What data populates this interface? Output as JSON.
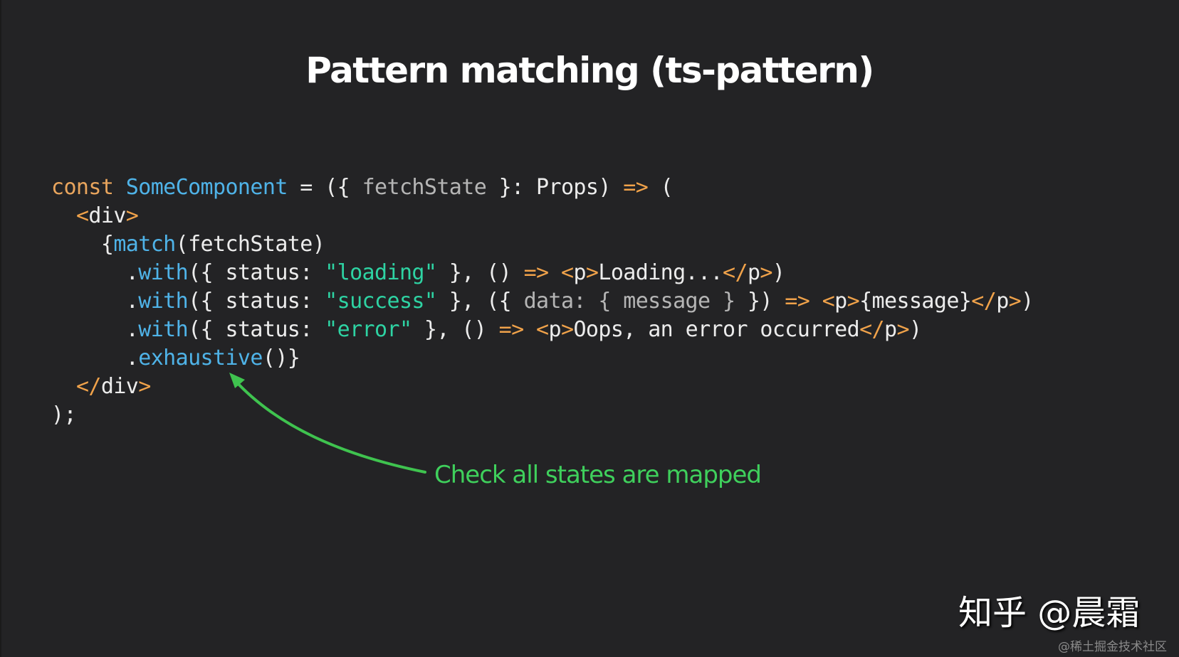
{
  "slide": {
    "title": "Pattern matching (ts-pattern)",
    "background_color": "#232325"
  },
  "code": {
    "language": "tsx",
    "lines": [
      [
        {
          "t": "const",
          "c": "kw"
        },
        {
          "t": " ",
          "c": "plain"
        },
        {
          "t": "SomeComponent",
          "c": "fn"
        },
        {
          "t": " = ({ ",
          "c": "plain"
        },
        {
          "t": "fetchState",
          "c": "dim"
        },
        {
          "t": " }: Props) ",
          "c": "plain"
        },
        {
          "t": "=>",
          "c": "arrowop"
        },
        {
          "t": " (",
          "c": "plain"
        }
      ],
      [
        {
          "t": "  ",
          "c": "plain"
        },
        {
          "t": "<",
          "c": "tag"
        },
        {
          "t": "div",
          "c": "plain"
        },
        {
          "t": ">",
          "c": "tag"
        }
      ],
      [
        {
          "t": "    {",
          "c": "plain"
        },
        {
          "t": "match",
          "c": "fn"
        },
        {
          "t": "(fetchState)",
          "c": "plain"
        }
      ],
      [
        {
          "t": "      .",
          "c": "plain"
        },
        {
          "t": "with",
          "c": "fn"
        },
        {
          "t": "({ status: ",
          "c": "plain"
        },
        {
          "t": "\"loading\"",
          "c": "str"
        },
        {
          "t": " }, () ",
          "c": "plain"
        },
        {
          "t": "=>",
          "c": "arrowop"
        },
        {
          "t": " ",
          "c": "plain"
        },
        {
          "t": "<",
          "c": "tag"
        },
        {
          "t": "p",
          "c": "plain"
        },
        {
          "t": ">",
          "c": "tag"
        },
        {
          "t": "Loading...",
          "c": "plain"
        },
        {
          "t": "</",
          "c": "tag"
        },
        {
          "t": "p",
          "c": "plain"
        },
        {
          "t": ">",
          "c": "tag"
        },
        {
          "t": ")",
          "c": "plain"
        }
      ],
      [
        {
          "t": "      .",
          "c": "plain"
        },
        {
          "t": "with",
          "c": "fn"
        },
        {
          "t": "({ status: ",
          "c": "plain"
        },
        {
          "t": "\"success\"",
          "c": "str"
        },
        {
          "t": " }, ({ ",
          "c": "plain"
        },
        {
          "t": "data: { message }",
          "c": "dim"
        },
        {
          "t": " }) ",
          "c": "plain"
        },
        {
          "t": "=>",
          "c": "arrowop"
        },
        {
          "t": " ",
          "c": "plain"
        },
        {
          "t": "<",
          "c": "tag"
        },
        {
          "t": "p",
          "c": "plain"
        },
        {
          "t": ">",
          "c": "tag"
        },
        {
          "t": "{message}",
          "c": "plain"
        },
        {
          "t": "</",
          "c": "tag"
        },
        {
          "t": "p",
          "c": "plain"
        },
        {
          "t": ">",
          "c": "tag"
        },
        {
          "t": ")",
          "c": "plain"
        }
      ],
      [
        {
          "t": "      .",
          "c": "plain"
        },
        {
          "t": "with",
          "c": "fn"
        },
        {
          "t": "({ status: ",
          "c": "plain"
        },
        {
          "t": "\"error\"",
          "c": "str"
        },
        {
          "t": " }, () ",
          "c": "plain"
        },
        {
          "t": "=>",
          "c": "arrowop"
        },
        {
          "t": " ",
          "c": "plain"
        },
        {
          "t": "<",
          "c": "tag"
        },
        {
          "t": "p",
          "c": "plain"
        },
        {
          "t": ">",
          "c": "tag"
        },
        {
          "t": "Oops, an error occurred",
          "c": "plain"
        },
        {
          "t": "</",
          "c": "tag"
        },
        {
          "t": "p",
          "c": "plain"
        },
        {
          "t": ">",
          "c": "tag"
        },
        {
          "t": ")",
          "c": "plain"
        }
      ],
      [
        {
          "t": "      .",
          "c": "plain"
        },
        {
          "t": "exhaustive",
          "c": "fn"
        },
        {
          "t": "()}",
          "c": "plain"
        }
      ],
      [
        {
          "t": "  ",
          "c": "plain"
        },
        {
          "t": "</",
          "c": "tag"
        },
        {
          "t": "div",
          "c": "plain"
        },
        {
          "t": ">",
          "c": "tag"
        }
      ],
      [
        {
          "t": ");",
          "c": "plain"
        }
      ]
    ]
  },
  "annotation": {
    "text": "Check all states are mapped",
    "color": "#3fd05c",
    "arrow_icon": "curved-arrow-icon"
  },
  "watermarks": {
    "main": "知乎 @晨霜",
    "small": "@稀土掘金技术社区"
  }
}
